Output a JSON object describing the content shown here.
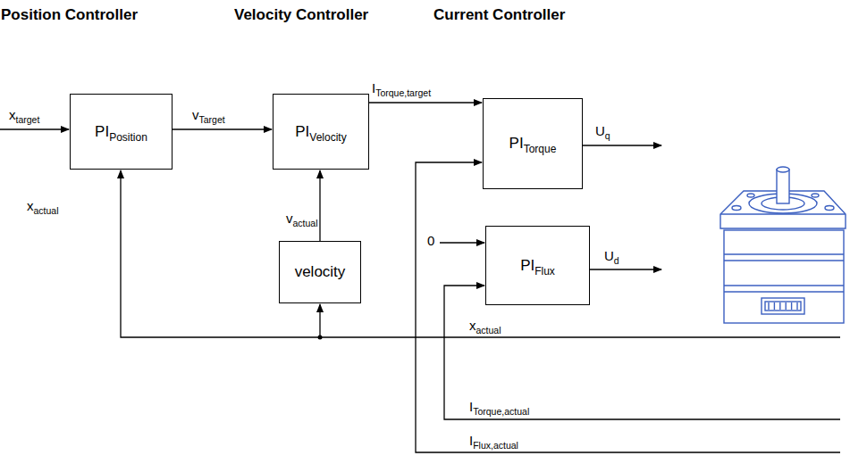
{
  "diagram": {
    "nodes": [
      {
        "text": [
          "PI",
          "Position"
        ]
      },
      {
        "text": [
          "PI",
          "Velocity"
        ]
      },
      {
        "text": [
          "velocity"
        ]
      },
      {
        "text": [
          "PI",
          "Torque"
        ]
      },
      {
        "text": [
          "PI",
          "Flux"
        ]
      }
    ],
    "edges": [
      {
        "from": 0,
        "to": 1,
        "arrow": "to"
      },
      {
        "from": 1,
        "to": 3,
        "arrow": "to"
      },
      {
        "from": 2,
        "to": 1,
        "arrow": "to"
      }
    ],
    "labels": [
      "Position Controller",
      "Velocity Controller",
      "Current Controller",
      "x",
      "target",
      "v",
      "Target",
      "x",
      "actual",
      "v",
      "actual",
      "I",
      "Torque,target",
      "U",
      "q",
      "0",
      "U",
      "d",
      "x",
      "actual",
      "I",
      "Torque,actual",
      "I",
      "Flux,actual"
    ]
  }
}
